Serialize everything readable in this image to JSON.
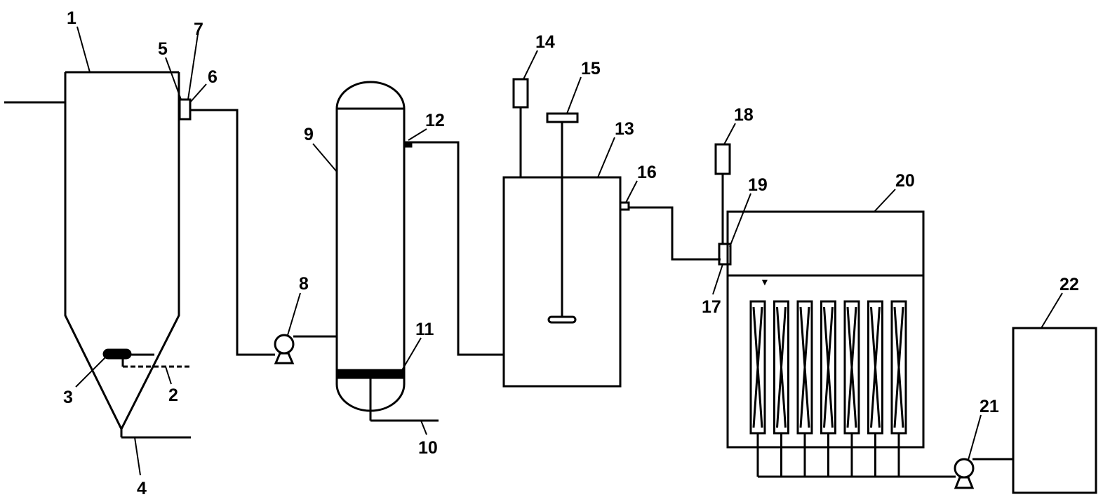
{
  "diagram": {
    "type": "process-flow-diagram",
    "labels": {
      "l1": "1",
      "l2": "2",
      "l3": "3",
      "l4": "4",
      "l5": "5",
      "l6": "6",
      "l7": "7",
      "l8": "8",
      "l9": "9",
      "l10": "10",
      "l11": "11",
      "l12": "12",
      "l13": "13",
      "l14": "14",
      "l15": "15",
      "l16": "16",
      "l17": "17",
      "l18": "18",
      "l19": "19",
      "l20": "20",
      "l21": "21",
      "l22": "22"
    },
    "membrane_module_count": 7
  }
}
